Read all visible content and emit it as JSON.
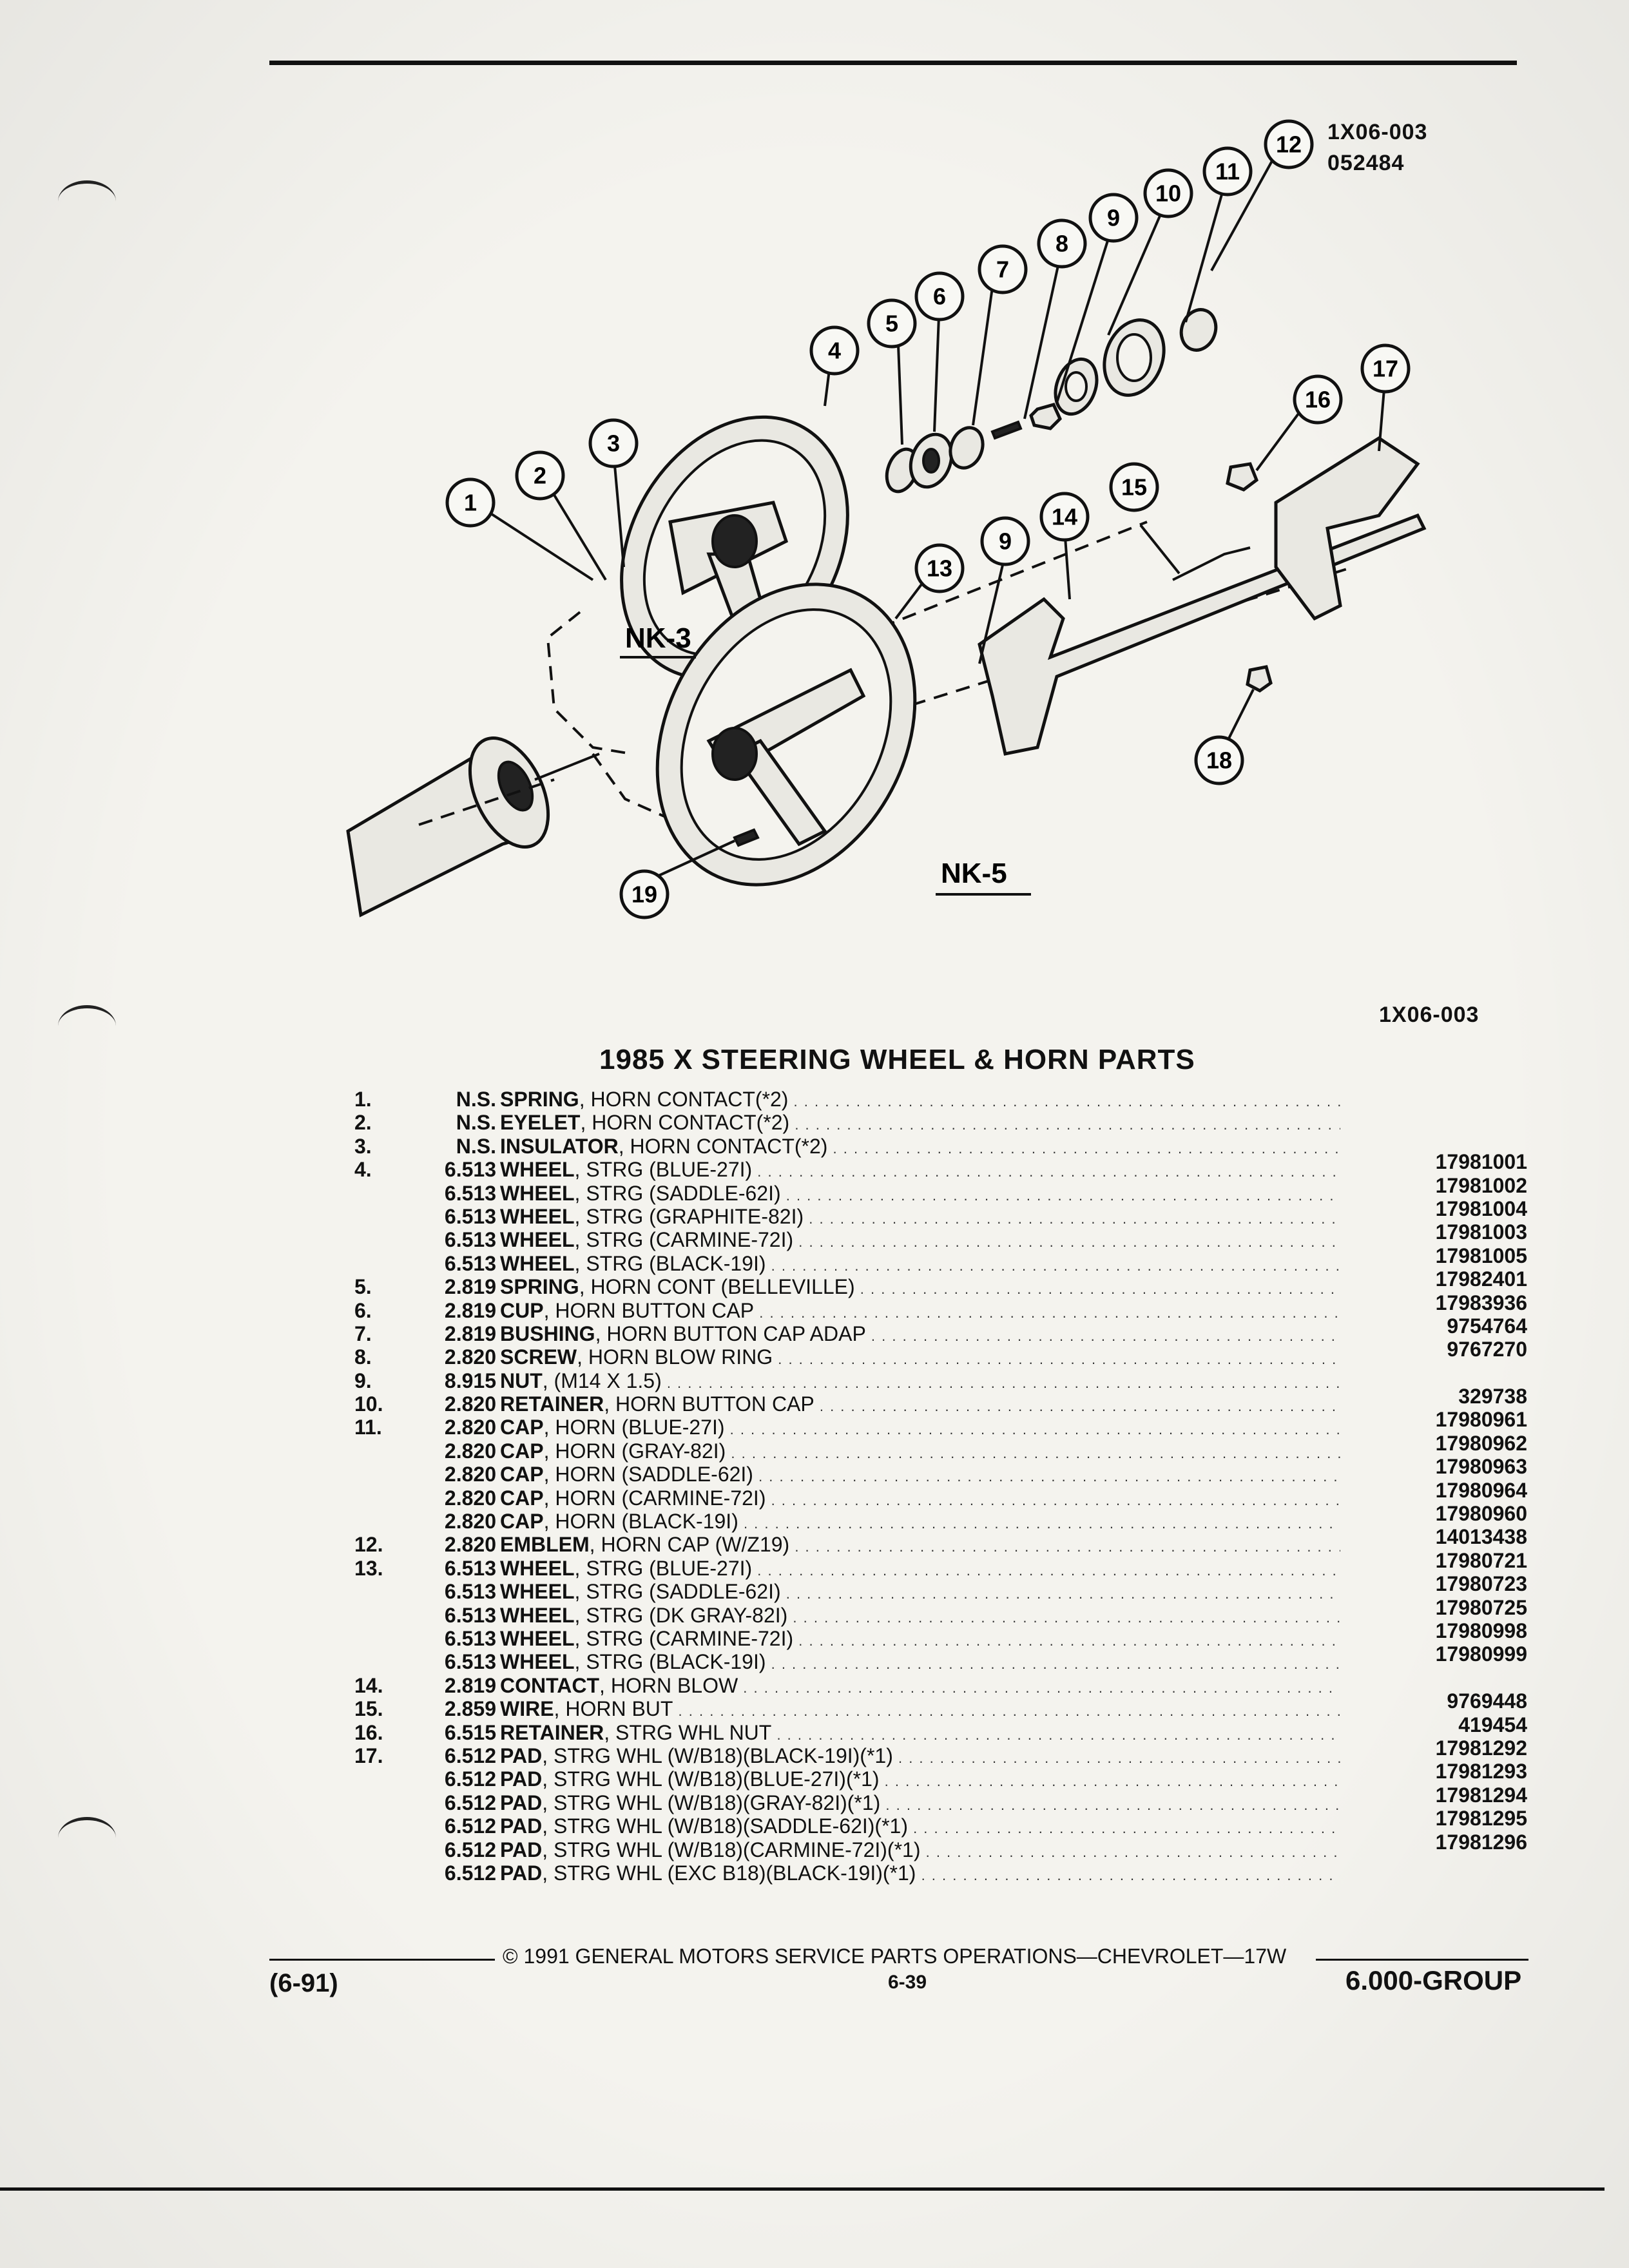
{
  "figure": {
    "id": "1X06-003",
    "code": "052484",
    "id_bottom": "1X06-003",
    "label_nk3": "NK-3",
    "label_nk5": "NK-5"
  },
  "callouts": [
    "1",
    "2",
    "3",
    "4",
    "5",
    "6",
    "7",
    "8",
    "9",
    "10",
    "11",
    "12",
    "13",
    "14",
    "15",
    "16",
    "17",
    "18",
    "19"
  ],
  "title": "1985 X STEERING WHEEL & HORN PARTS",
  "parts": [
    {
      "num": "1.",
      "group": "N.S.",
      "name": "SPRING",
      "desc": ", HORN CONTACT(*2)",
      "pn": ""
    },
    {
      "num": "2.",
      "group": "N.S.",
      "name": "EYELET",
      "desc": ", HORN CONTACT(*2)",
      "pn": ""
    },
    {
      "num": "3.",
      "group": "N.S.",
      "name": "INSULATOR",
      "desc": ", HORN CONTACT(*2)",
      "pn": ""
    },
    {
      "num": "4.",
      "group": "6.513",
      "name": "WHEEL",
      "desc": ", STRG (BLUE-27I)",
      "pn": "17981001"
    },
    {
      "num": "",
      "group": "6.513",
      "name": "WHEEL",
      "desc": ", STRG (SADDLE-62I)",
      "pn": "17981002"
    },
    {
      "num": "",
      "group": "6.513",
      "name": "WHEEL",
      "desc": ", STRG (GRAPHITE-82I)",
      "pn": "17981004"
    },
    {
      "num": "",
      "group": "6.513",
      "name": "WHEEL",
      "desc": ", STRG (CARMINE-72I)",
      "pn": "17981003"
    },
    {
      "num": "",
      "group": "6.513",
      "name": "WHEEL",
      "desc": ", STRG (BLACK-19I)",
      "pn": "17981005"
    },
    {
      "num": "5.",
      "group": "2.819",
      "name": "SPRING",
      "desc": ", HORN CONT (BELLEVILLE)",
      "pn": "17982401"
    },
    {
      "num": "6.",
      "group": "2.819",
      "name": "CUP",
      "desc": ", HORN BUTTON CAP",
      "pn": "17983936"
    },
    {
      "num": "7.",
      "group": "2.819",
      "name": "BUSHING",
      "desc": ", HORN BUTTON CAP ADAP",
      "pn": "9754764"
    },
    {
      "num": "8.",
      "group": "2.820",
      "name": "SCREW",
      "desc": ", HORN BLOW RING",
      "pn": "9767270"
    },
    {
      "num": "9.",
      "group": "8.915",
      "name": "NUT",
      "desc": ", (M14 X 1.5)",
      "pn": ""
    },
    {
      "num": "10.",
      "group": "2.820",
      "name": "RETAINER",
      "desc": ", HORN BUTTON CAP",
      "pn": "329738"
    },
    {
      "num": "11.",
      "group": "2.820",
      "name": "CAP",
      "desc": ", HORN (BLUE-27I)",
      "pn": "17980961"
    },
    {
      "num": "",
      "group": "2.820",
      "name": "CAP",
      "desc": ", HORN (GRAY-82I)",
      "pn": "17980962"
    },
    {
      "num": "",
      "group": "2.820",
      "name": "CAP",
      "desc": ", HORN (SADDLE-62I)",
      "pn": "17980963"
    },
    {
      "num": "",
      "group": "2.820",
      "name": "CAP",
      "desc": ", HORN (CARMINE-72I)",
      "pn": "17980964"
    },
    {
      "num": "",
      "group": "2.820",
      "name": "CAP",
      "desc": ", HORN (BLACK-19I)",
      "pn": "17980960"
    },
    {
      "num": "12.",
      "group": "2.820",
      "name": "EMBLEM",
      "desc": ", HORN CAP (W/Z19)",
      "pn": "14013438"
    },
    {
      "num": "13.",
      "group": "6.513",
      "name": "WHEEL",
      "desc": ", STRG (BLUE-27I)",
      "pn": "17980721"
    },
    {
      "num": "",
      "group": "6.513",
      "name": "WHEEL",
      "desc": ", STRG (SADDLE-62I)",
      "pn": "17980723"
    },
    {
      "num": "",
      "group": "6.513",
      "name": "WHEEL",
      "desc": ", STRG (DK GRAY-82I)",
      "pn": "17980725"
    },
    {
      "num": "",
      "group": "6.513",
      "name": "WHEEL",
      "desc": ", STRG (CARMINE-72I)",
      "pn": "17980998"
    },
    {
      "num": "",
      "group": "6.513",
      "name": "WHEEL",
      "desc": ", STRG (BLACK-19I)",
      "pn": "17980999"
    },
    {
      "num": "14.",
      "group": "2.819",
      "name": "CONTACT",
      "desc": ", HORN BLOW",
      "pn": ""
    },
    {
      "num": "15.",
      "group": "2.859",
      "name": "WIRE",
      "desc": ", HORN BUT",
      "pn": "9769448"
    },
    {
      "num": "16.",
      "group": "6.515",
      "name": "RETAINER",
      "desc": ", STRG WHL NUT",
      "pn": "419454"
    },
    {
      "num": "17.",
      "group": "6.512",
      "name": "PAD",
      "desc": ", STRG WHL (W/B18)(BLACK-19I)(*1)",
      "pn": "17981292"
    },
    {
      "num": "",
      "group": "6.512",
      "name": "PAD",
      "desc": ", STRG WHL (W/B18)(BLUE-27I)(*1)",
      "pn": "17981293"
    },
    {
      "num": "",
      "group": "6.512",
      "name": "PAD",
      "desc": ", STRG WHL (W/B18)(GRAY-82I)(*1)",
      "pn": "17981294"
    },
    {
      "num": "",
      "group": "6.512",
      "name": "PAD",
      "desc": ", STRG WHL (W/B18)(SADDLE-62I)(*1)",
      "pn": "17981295"
    },
    {
      "num": "",
      "group": "6.512",
      "name": "PAD",
      "desc": ", STRG WHL (W/B18)(CARMINE-72I)(*1)",
      "pn": "17981296"
    },
    {
      "num": "",
      "group": "6.512",
      "name": "PAD",
      "desc": ", STRG WHL (EXC B18)(BLACK-19I)(*1)",
      "pn": ""
    }
  ],
  "footer": {
    "copyright": "© 1991 GENERAL MOTORS SERVICE PARTS OPERATIONS—CHEVROLET—17W",
    "date": "(6-91)",
    "page": "6-39",
    "group": "6.000-GROUP"
  }
}
